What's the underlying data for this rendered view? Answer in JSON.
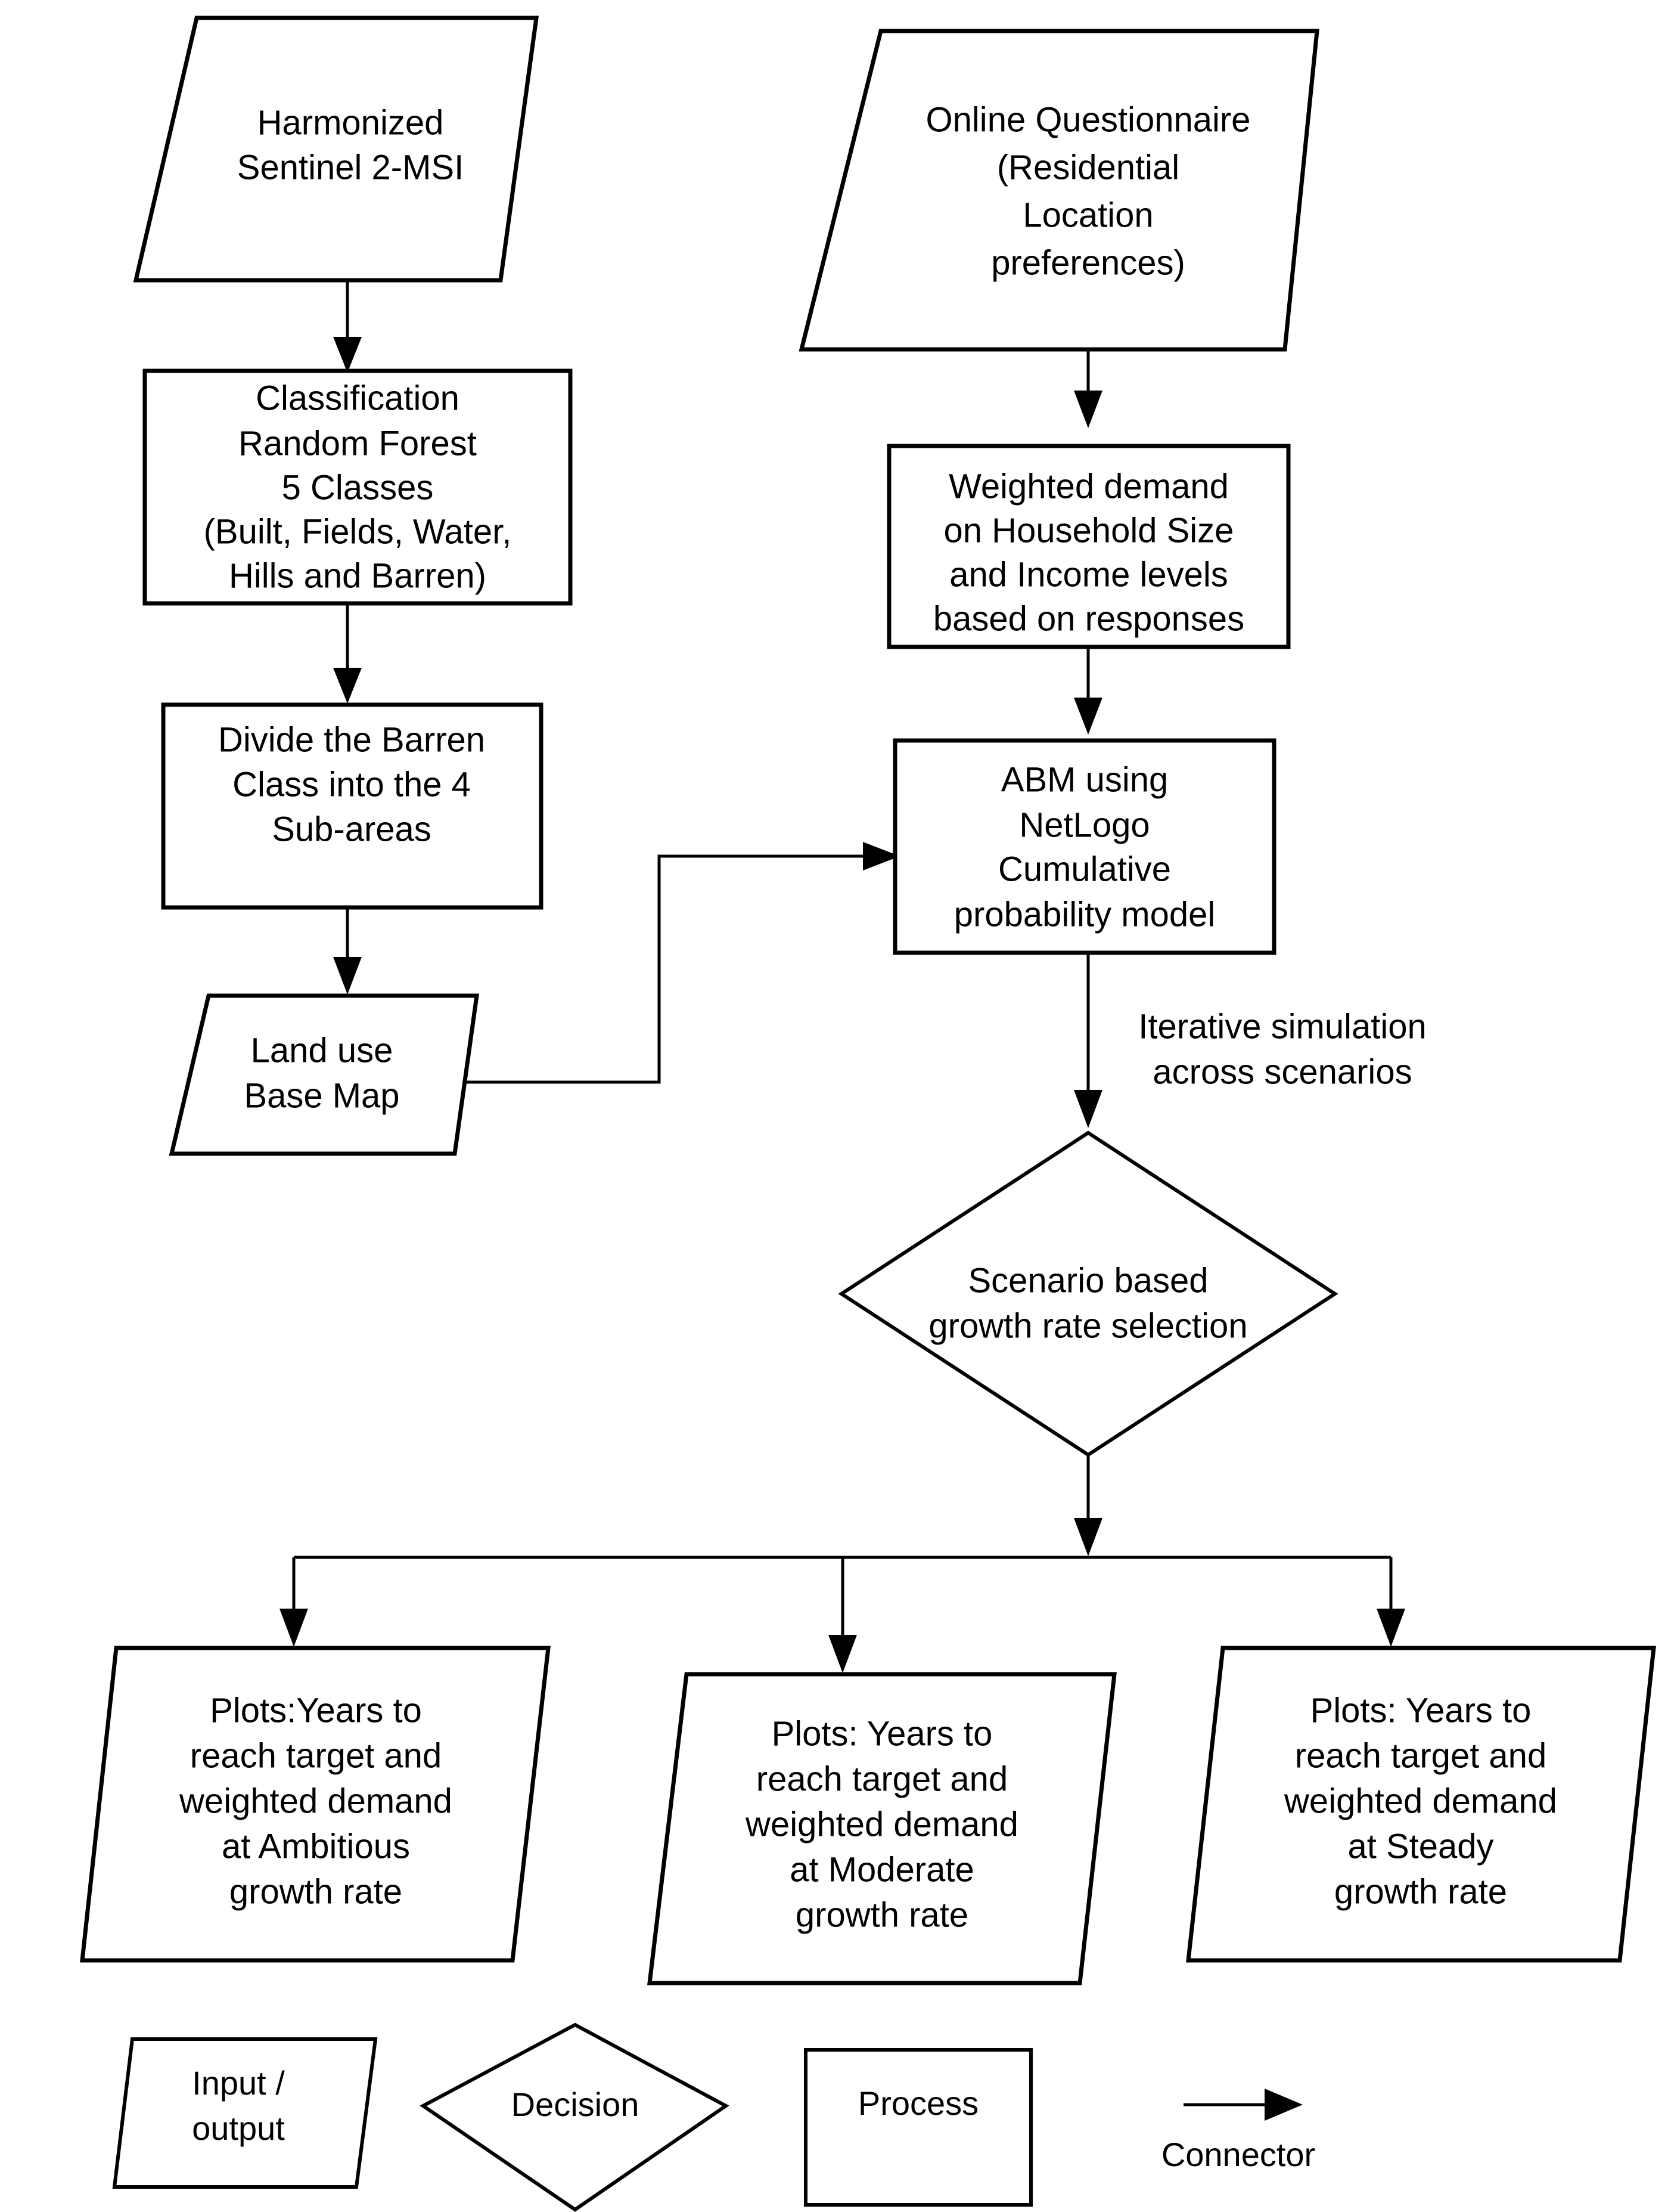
{
  "diagram": {
    "title_visible": false,
    "background_color": "#ffffff",
    "line_color": "#000000",
    "nodes": [
      {
        "id": "harmonized-sentinel",
        "shape": "parallelogram",
        "role": "input-output",
        "lines": [
          "Harmonized",
          "Sentinel 2-MSI"
        ]
      },
      {
        "id": "online-questionnaire",
        "shape": "parallelogram",
        "role": "input-output",
        "lines": [
          "Online Questionnaire",
          "(Residential",
          "Location",
          "preferences)"
        ]
      },
      {
        "id": "classification-random-forest",
        "shape": "rectangle",
        "role": "process",
        "lines": [
          "Classification",
          "Random Forest",
          "5 Classes",
          "(Built, Fields, Water,",
          "Hills and Barren)"
        ]
      },
      {
        "id": "weighted-demand",
        "shape": "rectangle",
        "role": "process",
        "lines": [
          "Weighted demand",
          "on Household Size",
          "and Income levels",
          "based on responses"
        ]
      },
      {
        "id": "divide-barren-class",
        "shape": "rectangle",
        "role": "process",
        "lines": [
          "Divide the Barren",
          "Class into the 4",
          "Sub-areas"
        ]
      },
      {
        "id": "land-use-base-map",
        "shape": "parallelogram",
        "role": "input-output",
        "lines": [
          "Land use",
          "Base Map"
        ]
      },
      {
        "id": "abm-netlogo",
        "shape": "rectangle",
        "role": "process",
        "lines": [
          "ABM using",
          "NetLogo",
          "Cumulative",
          "probability model"
        ]
      },
      {
        "id": "scenario-growth-rate-selection",
        "shape": "diamond",
        "role": "decision",
        "lines": [
          "Scenario based",
          "growth rate selection"
        ]
      },
      {
        "id": "plots-ambitious",
        "shape": "parallelogram",
        "role": "input-output",
        "lines": [
          "Plots:Years to",
          "reach target and",
          "weighted demand",
          "at Ambitious",
          "growth rate"
        ]
      },
      {
        "id": "plots-moderate",
        "shape": "parallelogram",
        "role": "input-output",
        "lines": [
          "Plots: Years to",
          "reach target and",
          "weighted demand",
          "at Moderate",
          "growth rate"
        ]
      },
      {
        "id": "plots-steady",
        "shape": "parallelogram",
        "role": "input-output",
        "lines": [
          "Plots: Years to",
          "reach target and",
          "weighted demand",
          "at Steady",
          "growth rate"
        ]
      }
    ],
    "edge_labels": [
      {
        "id": "iterative-simulation",
        "lines": [
          "Iterative simulation",
          "across scenarios"
        ]
      }
    ],
    "legend": {
      "items": [
        {
          "id": "legend-input-output",
          "shape": "parallelogram",
          "lines": [
            "Input /",
            "output"
          ]
        },
        {
          "id": "legend-decision",
          "shape": "diamond",
          "lines": [
            "Decision"
          ]
        },
        {
          "id": "legend-process",
          "shape": "rectangle",
          "lines": [
            "Process"
          ]
        },
        {
          "id": "legend-connector",
          "shape": "arrow",
          "lines": [
            "Connector"
          ]
        }
      ]
    }
  }
}
